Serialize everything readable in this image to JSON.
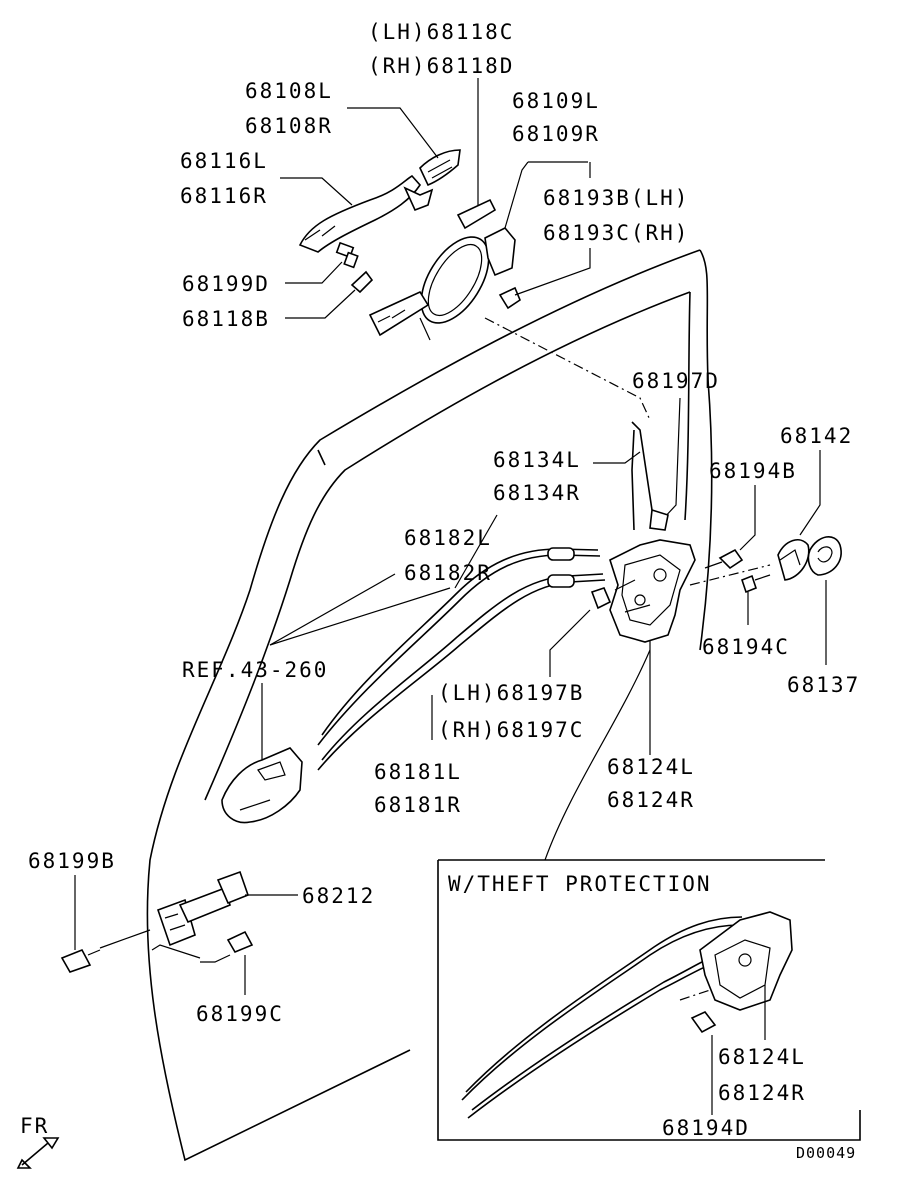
{
  "labels": {
    "p68118c": "(LH)68118C",
    "p68118d": "(RH)68118D",
    "p68108l": "68108L",
    "p68108r": "68108R",
    "p68109l": "68109L",
    "p68109r": "68109R",
    "p68116l": "68116L",
    "p68116r": "68116R",
    "p68193b": "68193B(LH)",
    "p68193c": "68193C(RH)",
    "p68199d": "68199D",
    "p68118b": "68118B",
    "p68197d": "68197D",
    "p68134l": "68134L",
    "p68134r": "68134R",
    "p68142": "68142",
    "p68194b": "68194B",
    "p68182l": "68182L",
    "p68182r": "68182R",
    "p68194c": "68194C",
    "p68137": "68137",
    "ref": "REF.43-260",
    "p68197b": "(LH)68197B",
    "p68197c": "(RH)68197C",
    "p68181l": "68181L",
    "p68181r": "68181R",
    "p68124l": "68124L",
    "p68124r": "68124R",
    "p68199b": "68199B",
    "p68212": "68212",
    "p68199c": "68199C",
    "inset_title": "W/THEFT PROTECTION",
    "inset_68124l": "68124L",
    "inset_68124r": "68124R",
    "inset_68194d": "68194D",
    "fr": "FR",
    "code": "D00049"
  }
}
